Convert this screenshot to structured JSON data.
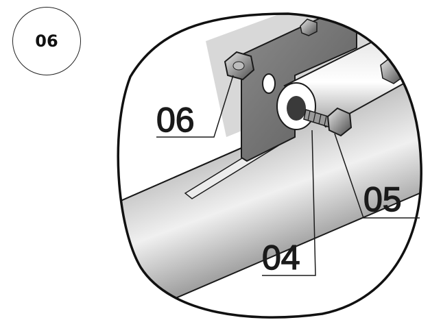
{
  "step": {
    "number": "06"
  },
  "callouts": [
    {
      "id": "nut",
      "label": "06"
    },
    {
      "id": "bolt",
      "label": "05"
    },
    {
      "id": "spacer",
      "label": "04"
    }
  ]
}
